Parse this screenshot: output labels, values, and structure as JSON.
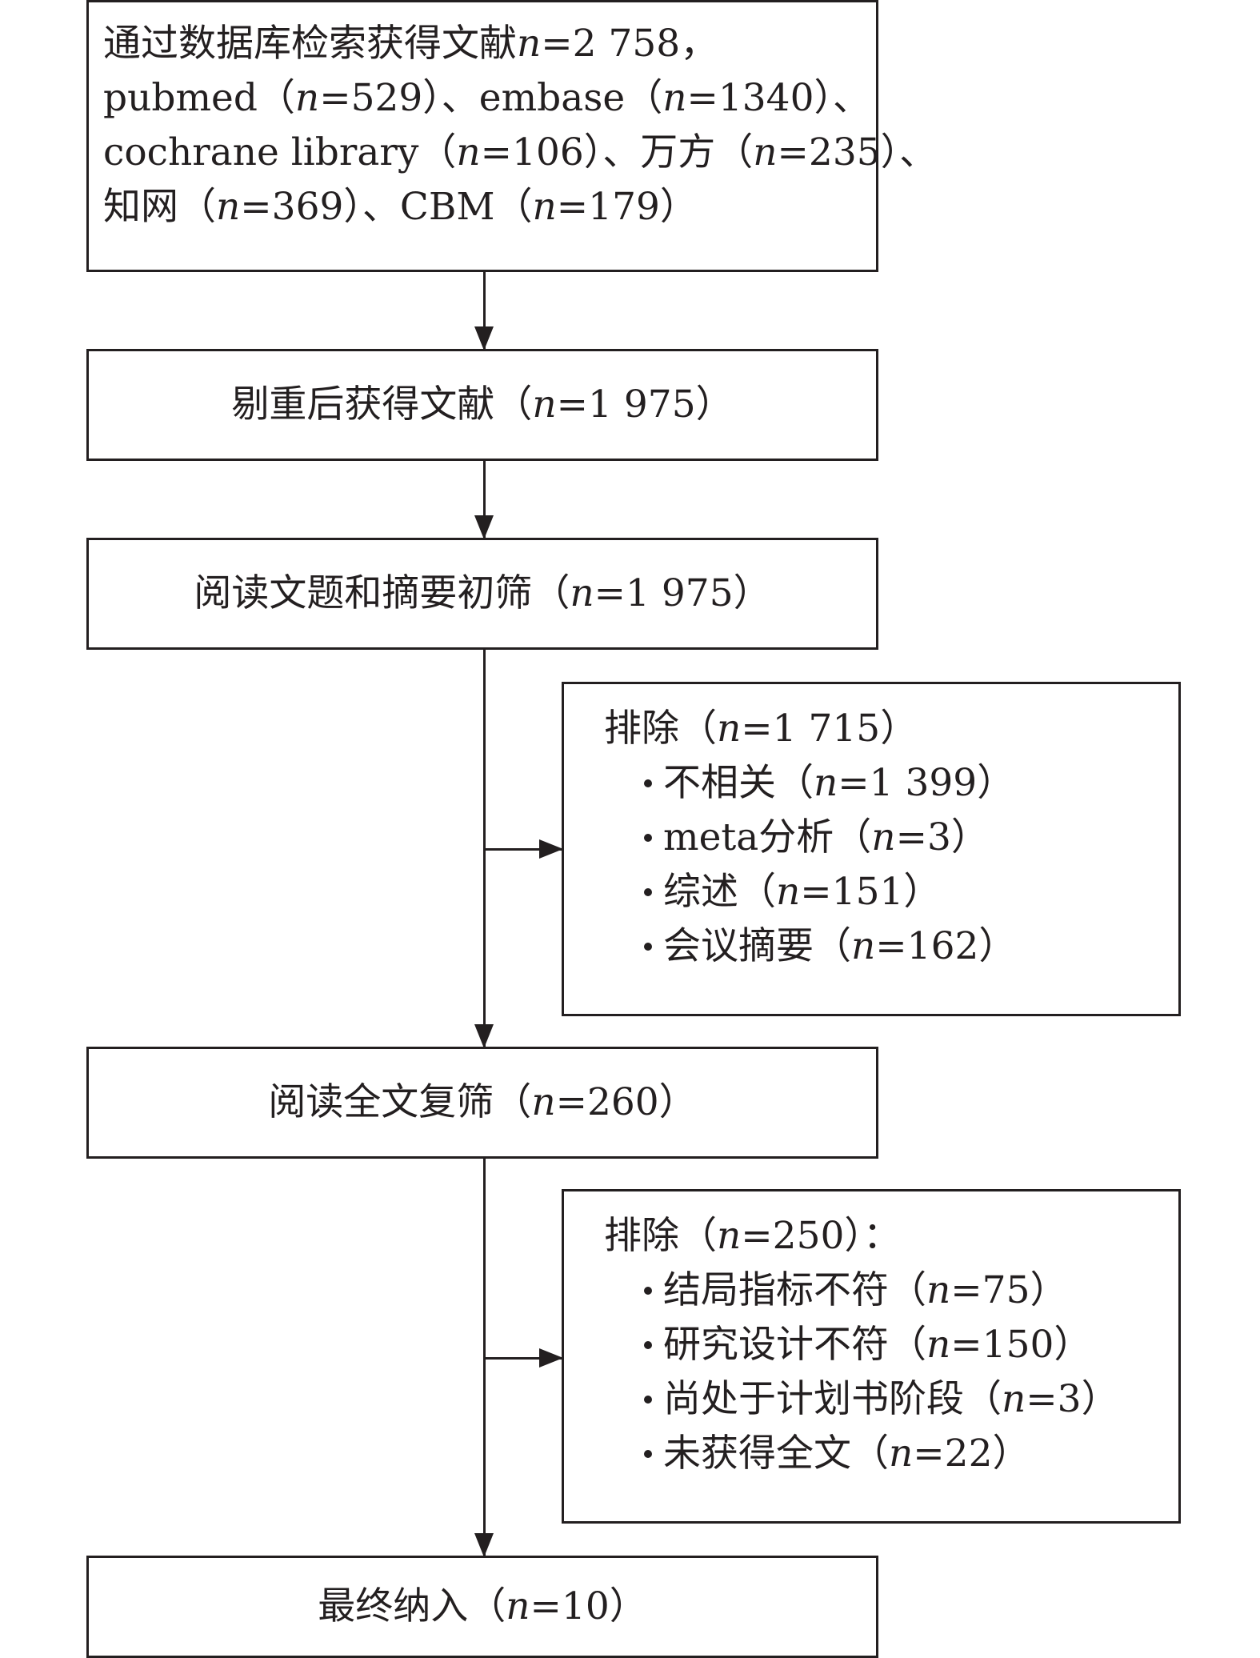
{
  "flow": {
    "search": {
      "lines": [
        "通过数据库检索获得文献n=2 758，",
        "pubmed（n=529）、embase（n=1340）、",
        "cochrane library（n=106）、万方（n=235）、",
        "知网（n=369）、CBM（n=179）"
      ]
    },
    "dedup": {
      "label": "剔重后获得文献（n=1 975）"
    },
    "screen": {
      "label": "阅读文题和摘要初筛（n=1 975）"
    },
    "exclude1": {
      "title": "排除（n=1 715）",
      "items": [
        "不相关（n=1 399）",
        "meta分析（n=3）",
        "综述（n=151）",
        "会议摘要（n=162）"
      ]
    },
    "fulltext": {
      "label": "阅读全文复筛（n=260）"
    },
    "exclude2": {
      "title": "排除（n=250）：",
      "items": [
        "结局指标不符（n=75）",
        "研究设计不符（n=150）",
        "尚处于计划书阶段（n=3）",
        "未获得全文（n=22）"
      ]
    },
    "included": {
      "label": "最终纳入（n=10）"
    }
  }
}
